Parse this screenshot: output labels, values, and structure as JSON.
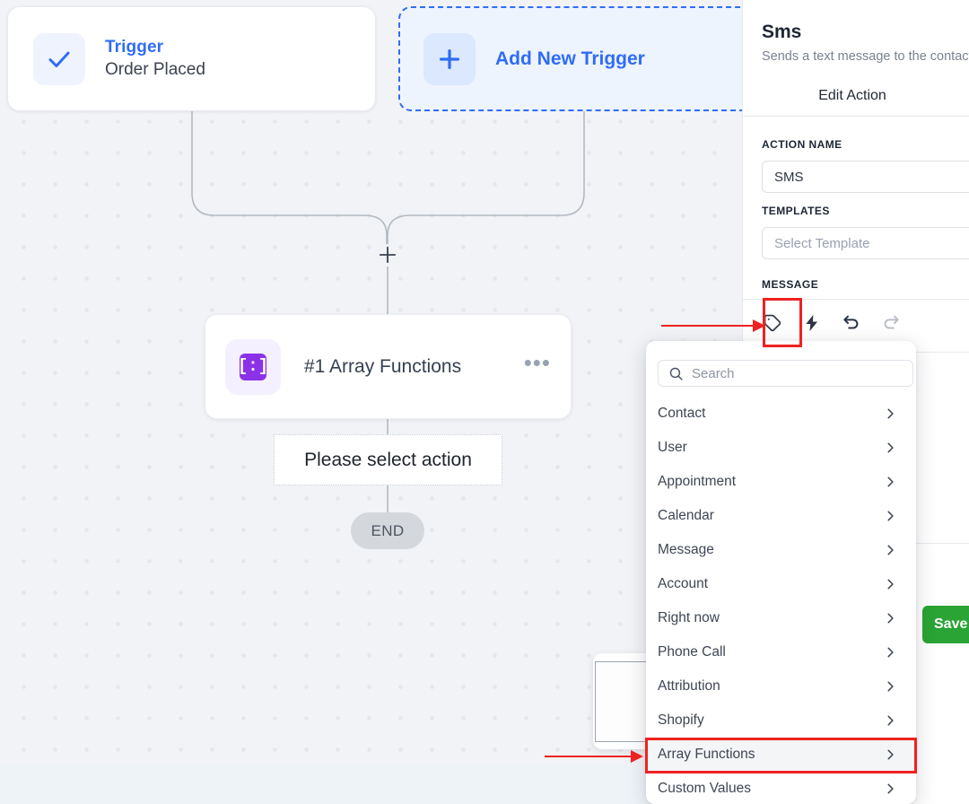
{
  "canvas": {
    "trigger_card": {
      "icon": "check-icon",
      "title": "Trigger",
      "subtitle": "Order Placed"
    },
    "add_trigger": {
      "icon": "plus-icon",
      "label": "Add New Trigger"
    },
    "merge_plus": "plus-icon",
    "action_node": {
      "icon_glyph": "[:]",
      "label": "#1 Array Functions",
      "menu": "•••"
    },
    "select_action_tooltip": "Please select action",
    "end_node": "END"
  },
  "right_panel": {
    "title": "Sms",
    "description": "Sends a text message to the contact",
    "tab_label": "Edit Action",
    "action_name_label": "ACTION NAME",
    "action_name_value": "SMS",
    "templates_label": "TEMPLATES",
    "templates_placeholder": "Select Template",
    "message_label": "MESSAGE",
    "toolbar": [
      {
        "name": "tag-icon",
        "title": "Custom values"
      },
      {
        "name": "lightning-icon",
        "title": "Trigger links"
      },
      {
        "name": "undo-icon",
        "title": "Undo"
      },
      {
        "name": "redo-icon",
        "title": "Redo"
      }
    ],
    "save_button_label": "Save Action",
    "save_button_color": "#2aa434"
  },
  "dropdown": {
    "search_placeholder": "Search",
    "search_icon": "search-icon",
    "items": [
      {
        "label": "Contact",
        "active": false
      },
      {
        "label": "User",
        "active": false
      },
      {
        "label": "Appointment",
        "active": false
      },
      {
        "label": "Calendar",
        "active": false
      },
      {
        "label": "Message",
        "active": false
      },
      {
        "label": "Account",
        "active": false
      },
      {
        "label": "Right now",
        "active": false
      },
      {
        "label": "Phone Call",
        "active": false
      },
      {
        "label": "Attribution",
        "active": false
      },
      {
        "label": "Shopify",
        "active": false
      },
      {
        "label": "Array Functions",
        "active": true
      },
      {
        "label": "Custom Values",
        "active": false
      }
    ]
  },
  "annotations": {
    "color": "#ee2222",
    "highlight_tag_icon": true,
    "highlight_array_functions": true
  }
}
